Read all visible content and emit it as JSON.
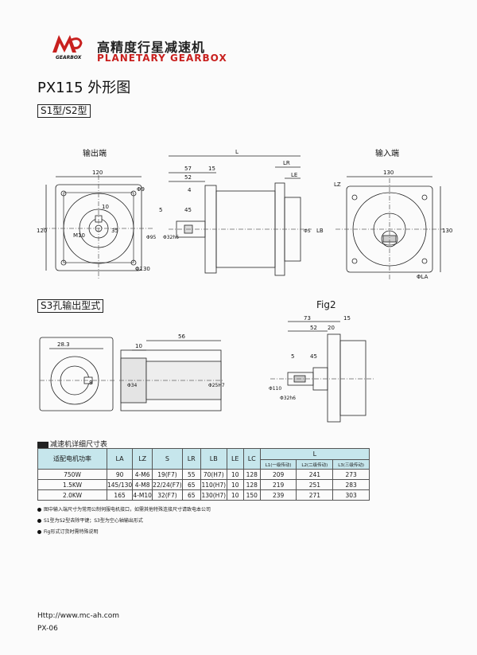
{
  "brand": {
    "name_cn": "高精度行星减速机",
    "name_en": "PLANETARY GEARBOX",
    "logo_text": "GEARBOX",
    "logo_brand_color": "#c8201e"
  },
  "model_title": "PX115 外形图",
  "type_tag": "S1型/S2型",
  "views": {
    "output_end": "输出端",
    "input_end": "输入端",
    "s3_title": "S3孔输出型式",
    "fig2": "Fig2"
  },
  "dims": {
    "out_width": "120",
    "out_height": "120",
    "out_hole": "Φ9",
    "key_width": "10",
    "key_depth": "35",
    "tap": "M10",
    "out_pcd": "Φ130",
    "side_L": "L",
    "side_57": "57",
    "side_15": "15",
    "side_LR": "LR",
    "side_52": "52",
    "side_LE": "LE",
    "side_4": "4",
    "side_5": "5",
    "side_45": "45",
    "side_shaft": "Φ32h6",
    "side_flange": "Φ95",
    "side_LB": "LB",
    "side_LS": "ΦS",
    "in_width": "130",
    "in_height": "130",
    "in_LZ": "LZ",
    "in_LA": "ΦLA",
    "s3_28": "28.3",
    "s3_10": "10",
    "s3_56": "56",
    "s3_8": "8",
    "s3_bore": "Φ34",
    "s3_25": "Φ25H7",
    "f2_73": "73",
    "f2_15": "15",
    "f2_52": "52",
    "f2_20": "20",
    "f2_5": "5",
    "f2_45": "45",
    "f2_110": "Φ110",
    "f2_shaft": "Φ32h6"
  },
  "table": {
    "title": "减速机详细尺寸表",
    "headers": [
      "适配电机功率",
      "LA",
      "LZ",
      "S",
      "LR",
      "LB",
      "LE",
      "LC",
      "L"
    ],
    "l_sub": [
      "L1(一级传动)",
      "L2(二级传动)",
      "L3(三级传动)"
    ],
    "rows": [
      [
        "750W",
        "90",
        "4-M6",
        "19(F7)",
        "55",
        "70(H7)",
        "10",
        "128",
        "209",
        "241",
        "273"
      ],
      [
        "1.5KW",
        "145/130",
        "4-M8",
        "22/24(F7)",
        "65",
        "110(H7)",
        "10",
        "128",
        "219",
        "251",
        "283"
      ],
      [
        "2.0KW",
        "165",
        "4-M10",
        "32(F7)",
        "65",
        "130(H7)",
        "10",
        "150",
        "239",
        "271",
        "303"
      ]
    ]
  },
  "notes": [
    "图中输入端尺寸为常用公制伺服电机接口，如需其他特殊连接尺寸请致电本公司",
    "S1型为S2型去除平键；S3型为空心轴输出形式",
    "Fig形式订货时需特殊说明"
  ],
  "footer": {
    "url": "Http://www.mc-ah.com",
    "page": "PX-06"
  }
}
